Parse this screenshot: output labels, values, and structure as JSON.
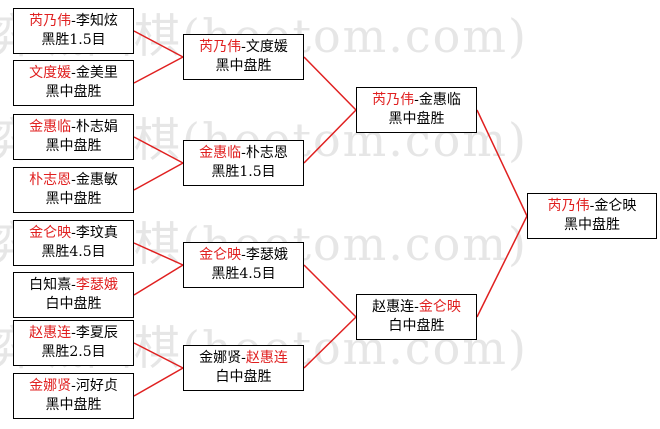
{
  "watermark": "弈城围棋(hoetom.com)",
  "colors": {
    "winner": "#e02020",
    "line": "#e02020",
    "border": "#000000",
    "text": "#000000"
  },
  "round1": [
    {
      "left": "芮乃伟",
      "right": "李知炫",
      "winner": "left",
      "result": "黑胜1.5目"
    },
    {
      "left": "文度媛",
      "right": "金美里",
      "winner": "left",
      "result": "黑中盘胜"
    },
    {
      "left": "金惠临",
      "right": "朴志娟",
      "winner": "left",
      "result": "黑中盘胜"
    },
    {
      "left": "朴志恩",
      "right": "金惠敏",
      "winner": "left",
      "result": "黑中盘胜"
    },
    {
      "left": "金仑映",
      "right": "李玟真",
      "winner": "left",
      "result": "黑胜4.5目"
    },
    {
      "left": "白知熹",
      "right": "李瑟娥",
      "winner": "right",
      "result": "白中盘胜"
    },
    {
      "left": "赵惠连",
      "right": "李夏辰",
      "winner": "left",
      "result": "黑胜2.5目"
    },
    {
      "left": "金娜贤",
      "right": "河好贞",
      "winner": "left",
      "result": "黑中盘胜"
    }
  ],
  "round2": [
    {
      "left": "芮乃伟",
      "right": "文度媛",
      "winner": "left",
      "result": "黑中盘胜"
    },
    {
      "left": "金惠临",
      "right": "朴志恩",
      "winner": "left",
      "result": "黑胜1.5目"
    },
    {
      "left": "金仑映",
      "right": "李瑟娥",
      "winner": "left",
      "result": "黑胜4.5目"
    },
    {
      "left": "金娜贤",
      "right": "赵惠连",
      "winner": "right",
      "result": "白中盘胜"
    }
  ],
  "round3": [
    {
      "left": "芮乃伟",
      "right": "金惠临",
      "winner": "left",
      "result": "黑中盘胜"
    },
    {
      "left": "赵惠连",
      "right": "金仑映",
      "winner": "right",
      "result": "白中盘胜"
    }
  ],
  "final": [
    {
      "left": "芮乃伟",
      "right": "金仑映",
      "winner": "left",
      "result": "黑中盘胜"
    }
  ]
}
